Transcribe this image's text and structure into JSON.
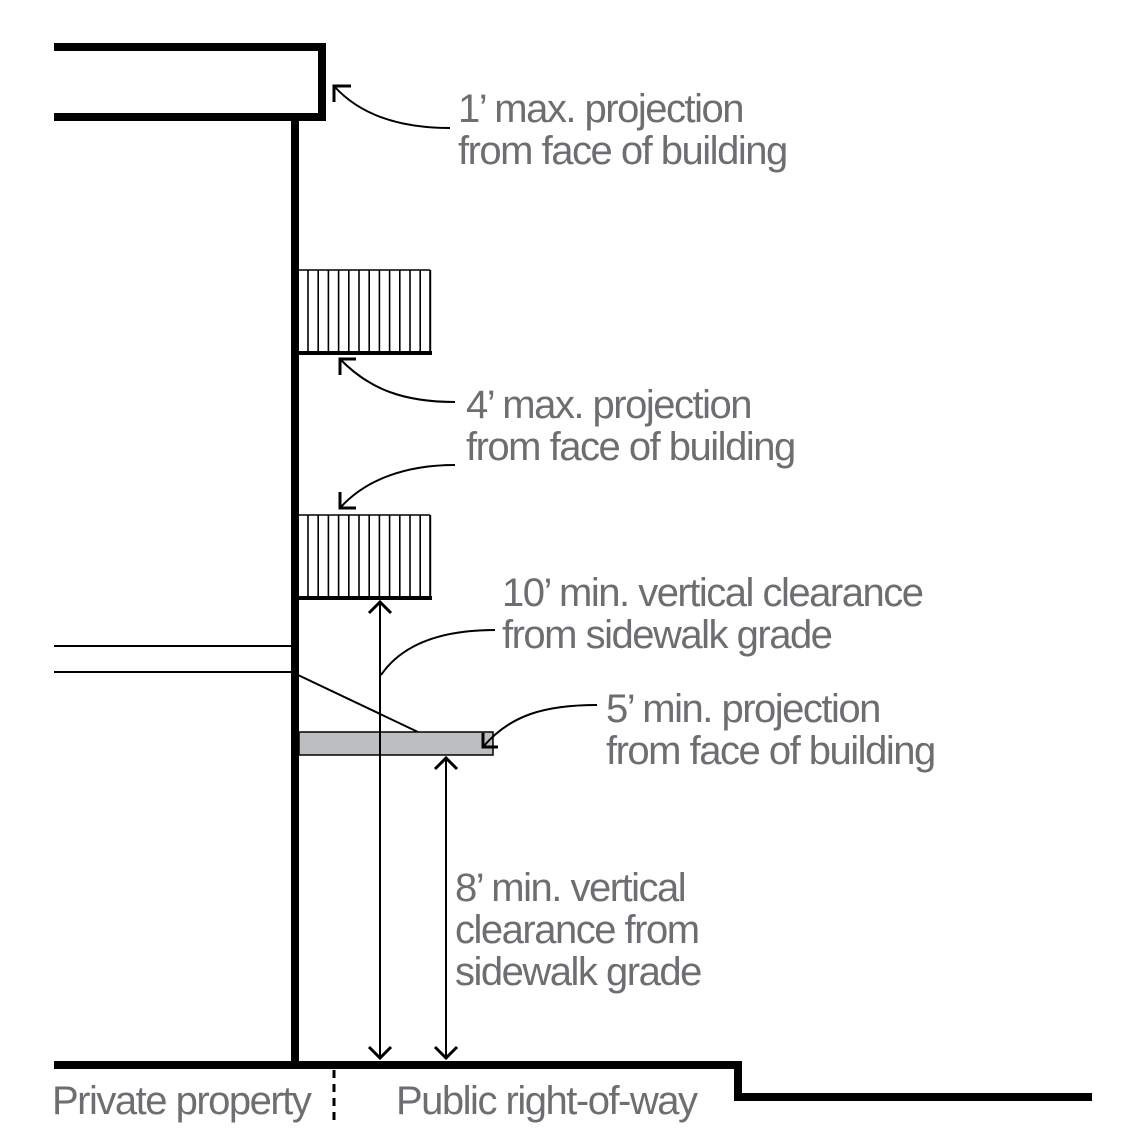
{
  "diagram": {
    "type": "building-section",
    "colors": {
      "line": "#000000",
      "label": "#6d6e71",
      "awning_fill": "#bcbec0"
    },
    "labels": {
      "cornice": {
        "line1": "1’ max. projection",
        "line2": "from face of building"
      },
      "balcony": {
        "line1": "4’ max. projection",
        "line2": "from face of building"
      },
      "balcony_clearance": {
        "line1": "10’ min. vertical clearance",
        "line2": "from sidewalk grade"
      },
      "awning": {
        "line1": "5’ min. projection",
        "line2": "from face of building"
      },
      "awning_clearance": {
        "line1": "8’ min. vertical",
        "line2": "clearance from",
        "line3": "sidewalk grade"
      },
      "private_property": "Private property",
      "public_right_of_way": "Public right-of-way"
    },
    "dimensions": {
      "cornice_max_projection_ft": 1,
      "balcony_max_projection_ft": 4,
      "balcony_min_clearance_ft": 10,
      "awning_min_projection_ft": 5,
      "awning_min_clearance_ft": 8
    },
    "icons": {
      "leader_arrow": "open-arrowhead",
      "dimension_arrow": "double-headed-arrow",
      "property_line": "dashed-line"
    }
  }
}
